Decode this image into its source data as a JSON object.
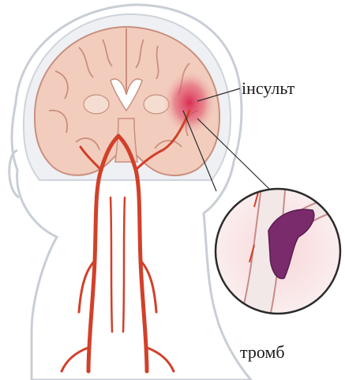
{
  "labels": {
    "stroke": "інсульт",
    "clot": "тромб"
  },
  "colors": {
    "head_outline": "#c9ced6",
    "skull": "#eef0f3",
    "brain": "#f2cdbd",
    "brain_fold": "#c98f7f",
    "artery": "#d2402a",
    "stroke_area": "#d8244e",
    "clot": "#7a2b6c",
    "leader": "#2b2b2b"
  },
  "icons": [
    "head-silhouette",
    "brain-coronal-section",
    "carotid-arteries",
    "stroke-zone",
    "magnified-vessel",
    "blood-clot"
  ]
}
